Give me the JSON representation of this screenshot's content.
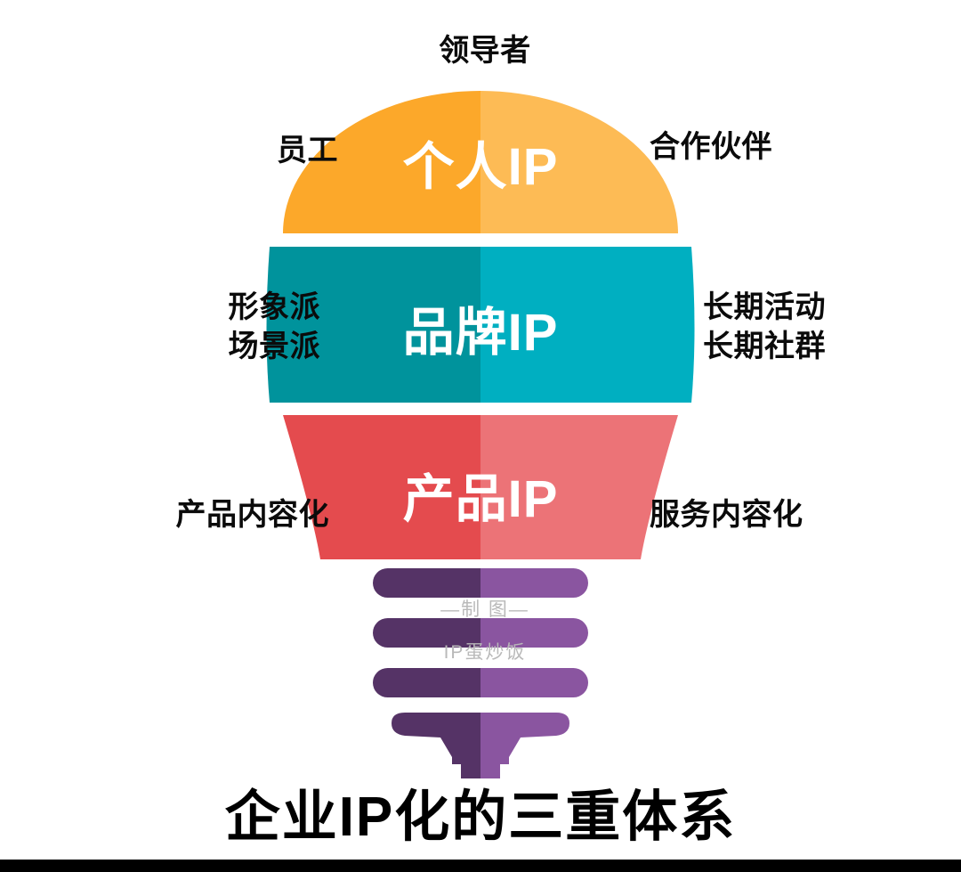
{
  "diagram": {
    "caption": "企业IP化的三重体系",
    "watermarks": {
      "line1": "—制 图—",
      "line2": "IP蛋炒饭"
    },
    "layers": [
      {
        "id": "personal-ip",
        "title": "个人IP",
        "shape": "dome",
        "color_left": "#FCA82A",
        "color_right": "#FDBB55"
      },
      {
        "id": "brand-ip",
        "title": "品牌IP",
        "shape": "barrel-band",
        "color_left": "#00939C",
        "color_right": "#00AFC1"
      },
      {
        "id": "product-ip",
        "title": "产品IP",
        "shape": "tapered-trapezoid",
        "color_left": "#E44B4E",
        "color_right": "#EC7377"
      },
      {
        "id": "screw-base",
        "title": "",
        "shape": "screw-base",
        "color_left": "#553366",
        "color_right": "#8A55A0"
      }
    ],
    "annotations": {
      "top": "领导者",
      "top_left": "员工",
      "top_right": "合作伙伴",
      "middle_left": "形象派\n场景派",
      "middle_right": "长期活动\n长期社群",
      "bottom_left": "产品内容化",
      "bottom_right": "服务内容化"
    },
    "colors": {
      "background": "#FFFFFF",
      "text": "#0B0B0B",
      "shape_text": "#FFFFFF",
      "watermark": "#B9B9B9"
    }
  }
}
